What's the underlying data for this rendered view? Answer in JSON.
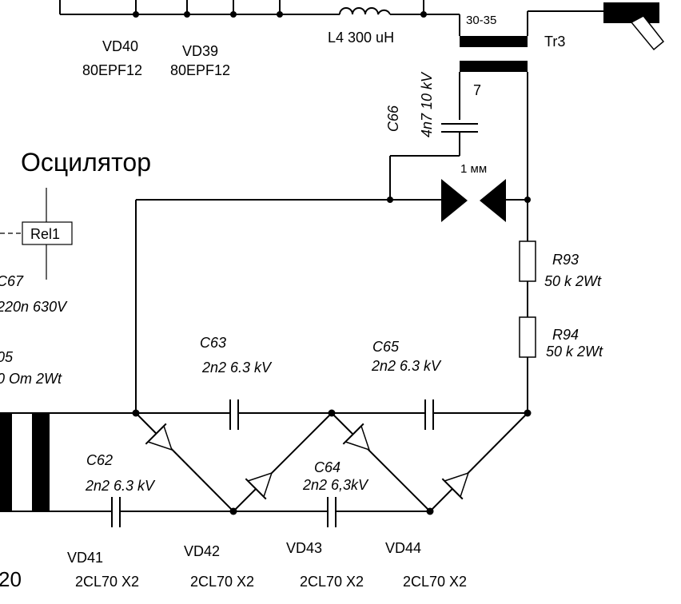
{
  "title": "Осцилятор",
  "labels": {
    "vd40_name": "VD40",
    "vd40_type": "80EPF12",
    "vd39_name": "VD39",
    "vd39_type": "80EPF12",
    "l4": "L4  300 uH",
    "tr3_turns_primary": "30-35",
    "tr3_name": "Tr3",
    "tr3_turns_secondary": "7",
    "c66_name": "C66",
    "c66_value": "4n7 10 kV",
    "gap": "1 мм",
    "rel1": "Rel1",
    "c67_name": "C67",
    "c67_value": "220n 630V",
    "r_left_name": "05",
    "r_left_value": "0 Om  2Wt",
    "r93_name": "R93",
    "r93_value": "50 k 2Wt",
    "r94_name": "R94",
    "r94_value": "50 k 2Wt",
    "c63_name": "C63",
    "c63_value": "2n2 6.3 kV",
    "c65_name": "C65",
    "c65_value": "2n2 6.3 kV",
    "c62_name": "C62",
    "c62_value": "2n2 6.3 kV",
    "c64_name": "C64",
    "c64_value": "2n2 6,3kV",
    "vd41_name": "VD41",
    "vd41_type": "2CL70 X2",
    "vd42_name": "VD42",
    "vd42_type": "2CL70  X2",
    "vd43_name": "VD43",
    "vd43_type": "2CL70 X2",
    "vd44_name": "VD44",
    "vd44_type": "2CL70 X2",
    "corner_number": "20"
  }
}
